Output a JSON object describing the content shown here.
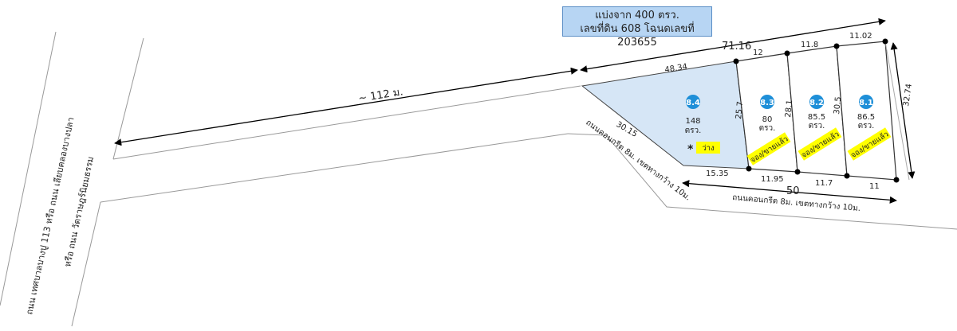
{
  "header": {
    "line1": "แบ่งจาก 400 ตรว.",
    "line2": "เลขที่ดิน 608 โฉนดเลขที่ 203655"
  },
  "roads": {
    "main_road_line1": "ถนน เทศบาลบางปู 113 หรือ ถนน เลียบคลองบางปลา",
    "main_road_line2": "หรือ ถนน วัดราษฎร์นิยมธรรม",
    "concrete_road_diag": "ถนนคอนกรีต 8ม. เขตทางกว้าง 10ม.",
    "concrete_road_front": "ถนนคอนกรีต 8ม. เขตทางกว้าง 10ม."
  },
  "distances": {
    "to_main_road": "~ 112 ม.",
    "top_total": "71.16",
    "bottom_total": "50",
    "right_depth": "32.74"
  },
  "segments": {
    "top_lot4": "48.34",
    "top_lot3": "12",
    "top_lot2": "11.8",
    "top_lot1": "11.02",
    "diag_lot4": "30.15",
    "bottom_lot4": "15.35",
    "bottom_lot3": "11.95",
    "bottom_lot2": "11.7",
    "bottom_lot1": "11",
    "div_4_3": "25.7",
    "div_3_2": "28.1",
    "div_2_1": "30.5"
  },
  "lots": [
    {
      "id": "8.4",
      "area": "148",
      "unit": "ตรว.",
      "marker": "*",
      "status": "ว่าง"
    },
    {
      "id": "8.3",
      "area": "80",
      "unit": "ตรว.",
      "status": "จอง/ขายแล้ว"
    },
    {
      "id": "8.2",
      "area": "85.5",
      "unit": "ตรว.",
      "status": "จอง/ขายแล้ว"
    },
    {
      "id": "8.1",
      "area": "86.5",
      "unit": "ตรว.",
      "status": "จอง/ขายแล้ว"
    }
  ],
  "colors": {
    "lot_fill_available": "#d6e6f6",
    "lot_badge": "#1e8fd8",
    "status_tag": "#ffff00",
    "header_bg": "#b7d5f3"
  }
}
